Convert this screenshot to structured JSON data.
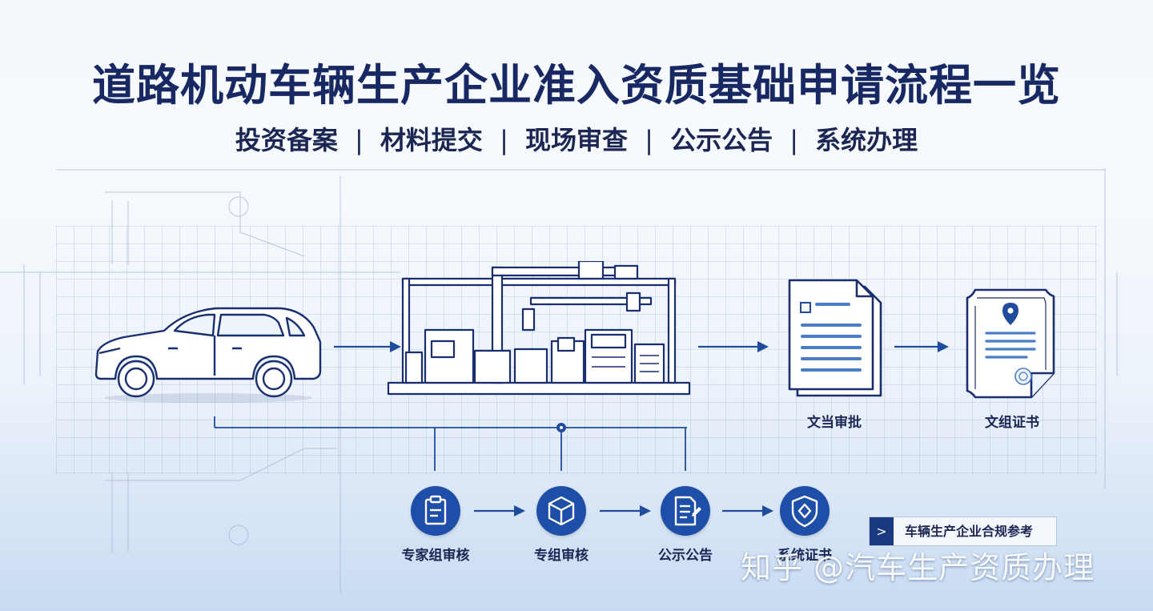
{
  "header": {
    "title": "道路机动车辆生产企业准入资质基础申请流程一览",
    "subtitle_items": [
      "投资备案",
      "材料提交",
      "现场审查",
      "公示公告",
      "系统办理"
    ],
    "separator": "|"
  },
  "top_flow": {
    "stages": [
      {
        "name": "vehicle",
        "icon": "suv-car-icon"
      },
      {
        "name": "factory",
        "icon": "production-line-icon"
      },
      {
        "name": "document",
        "icon": "document-icon",
        "label": "文当审批"
      },
      {
        "name": "certificate",
        "icon": "certificate-icon",
        "label": "文组证书"
      }
    ]
  },
  "bottom_flow": {
    "steps": [
      {
        "label": "专家组审核",
        "icon": "clipboard-icon"
      },
      {
        "label": "专组审核",
        "icon": "cube-icon"
      },
      {
        "label": "公示公告",
        "icon": "notice-document-icon"
      },
      {
        "label": "系统证书",
        "icon": "shield-icon"
      }
    ]
  },
  "badge": {
    "chevron": ">",
    "text": "车辆生产企业合规参考"
  },
  "watermark": "知乎 @汽车生产资质办理",
  "colors": {
    "title": "#172863",
    "primary_blue": "#1d4ea8",
    "line_blue": "#1f4c9c",
    "outline_navy": "#1a2f70",
    "background_top": "#f4f8fd",
    "background_bottom": "#c8dbf2"
  }
}
